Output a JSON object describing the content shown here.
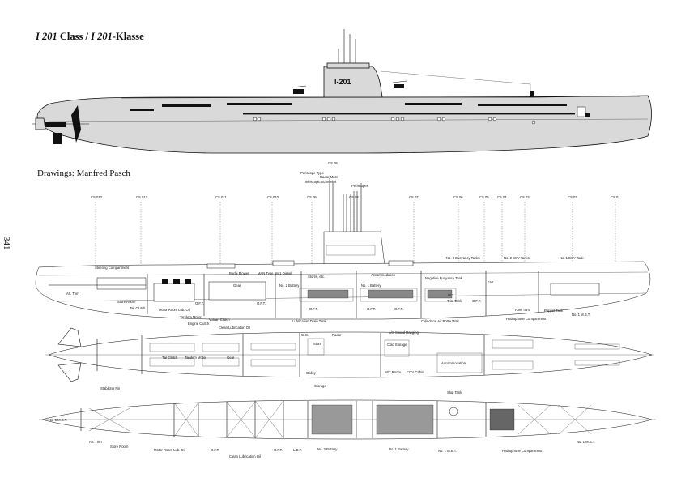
{
  "title": {
    "class_name": "I 201",
    "class_suffix": " Class / ",
    "klasse_name": "I 201",
    "klasse_suffix": "-Klasse"
  },
  "tower_marking": "I-201",
  "credit": "Drawings: Manfred Pasch",
  "page_number": "341",
  "frame_labels": [
    "CS 013",
    "CS 012",
    "CS 011",
    "CS 010",
    "CS 09",
    "CS 08",
    "CS 07",
    "CS 06",
    "CS 05",
    "CS 04",
    "CS 03",
    "CS 02",
    "CS 01"
  ],
  "mast_labels": {
    "periscope_type": "Periscope Type",
    "radar_mast": "Radar Mast",
    "telescopic_schnorkel": "Telescopic Schnorkel",
    "periscopes": "Periscopes"
  },
  "section_labels": {
    "steering": "Steering Compartment",
    "buchi_blower": "Buchi Blower",
    "man_diesel": "MAN Type No 1  Diesel",
    "gear": "Gear",
    "stores": "Stores, etc.",
    "accommodation": "Accommodation",
    "neg_buoyancy": "Negative Buoyancy Tank",
    "no3_buoyancy": "No. 3 Buoyancy Tanks",
    "no2_bcy": "No. 2 BCY Tanks",
    "no1_bcy": "No. 1 BCY Tank",
    "no2_battery": "No. 2 Battery",
    "no1_battery": "No. 1 Battery",
    "aft_trim": "Aft. Trim",
    "store_room": "Store Room",
    "tail_clutch": "Tail Clutch",
    "motor_room_lub": "Motor Room Lub. Oil",
    "tandem_motor": "Tandem Motor",
    "engine_clutch": "Engine Clutch",
    "volcan_clutch": "Volcan Clutch",
    "clean_lub": "Clean Lubrication Oil",
    "oft": "O.F.T.",
    "lub_drain": "Lubrication Drain Tank",
    "air_bottle": "Cylindrical Air Bottle Wall",
    "fw": "F.W.",
    "fore_trim": "Fore Trim",
    "poppet": "Poppet Tank",
    "no1_mbt": "No. 1 M.B.T.",
    "hydrophone": "Hydrophone Compartment",
    "wt": "W.T.",
    "trim_tank": "Trim Tank",
    "wc": "W.C.",
    "radar": "Radar",
    "store": "Store",
    "as_sound": "A/S Sound Ranging",
    "cold_storage": "Cold Storage",
    "galley": "Galley",
    "wt_room": "W/T Room",
    "co": "CO's Cabin",
    "storage": "Storage",
    "stabilizer": "Stabilizer Fin",
    "slop_tank": "Slop Tank",
    "no5_mbt": "No. 5  M.B.T.",
    "ldt": "L.D.T.",
    "no1_mbt_alt": "No. 1 M.B.T.",
    "clean_lub_alt": "Clean Lubrication Oil"
  }
}
